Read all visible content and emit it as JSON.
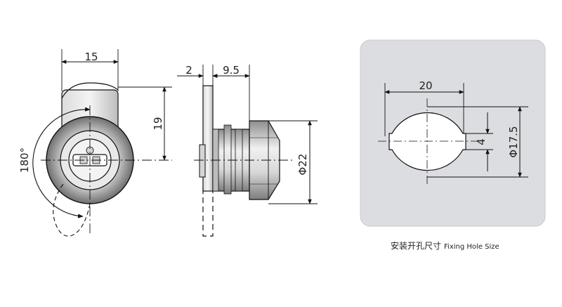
{
  "drawing": {
    "front_view": {
      "width_dim": "15",
      "height_dim": "19",
      "rotation_dim": "180°"
    },
    "side_view": {
      "flange_dim": "2",
      "body_dim": "9.5",
      "diameter_dim": "Φ22"
    },
    "fixing_hole": {
      "width_dim": "20",
      "flat_dim": "4",
      "diameter_dim": "Φ17.5",
      "caption_cn": "安装开孔尺寸",
      "caption_en": "Fixing Hole Size"
    }
  },
  "colors": {
    "panel_bg": "#dcdde0",
    "panel_border": "#c9cacd",
    "metal_light": "#e2e2e2",
    "metal_dark": "#8a8a8a",
    "line": "#111111"
  }
}
